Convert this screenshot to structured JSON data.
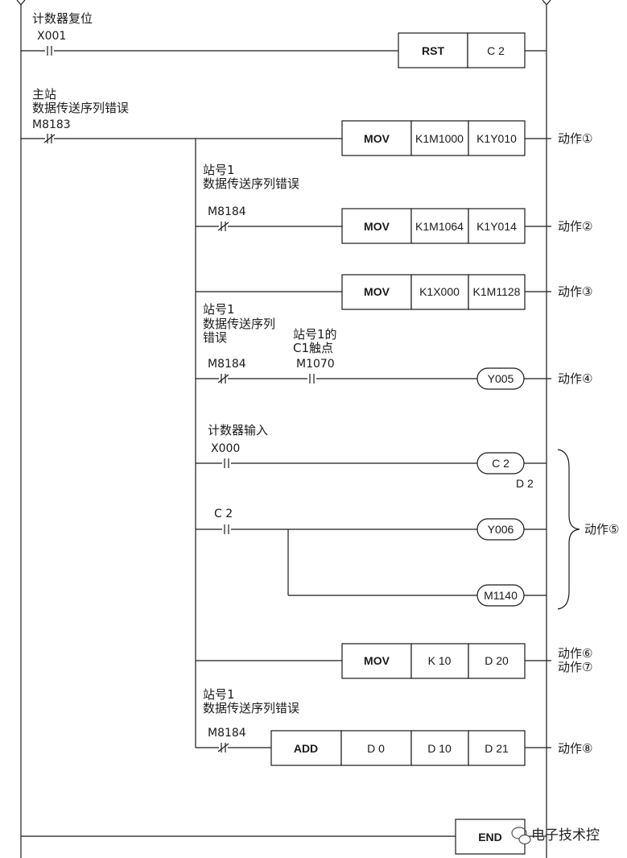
{
  "comments": {
    "r1": "计数器复位",
    "r2a": "主站",
    "r2b": "数据传送序列错误",
    "r3a": "站号1",
    "r3b": "数据传送序列错误",
    "r5a": "站号1",
    "r5b": "数据传送序列",
    "r5c": "错误",
    "r5d": "站号1的",
    "r5e": "C1触点",
    "r6": "计数器输入",
    "r9a": "站号1",
    "r9b": "数据传送序列错误"
  },
  "contacts": {
    "x001": "X001",
    "m8183": "M8183",
    "m8184_a": "M8184",
    "m8184_b": "M8184",
    "m1070": "M1070",
    "x000": "X000",
    "c2": "C 2",
    "m8184_c": "M8184"
  },
  "instructions": {
    "rst": {
      "op": "RST",
      "a": "C  2"
    },
    "mov1": {
      "op": "MOV",
      "a": "K1M1000",
      "b": "K1Y010"
    },
    "mov2": {
      "op": "MOV",
      "a": "K1M1064",
      "b": "K1Y014"
    },
    "mov3": {
      "op": "MOV",
      "a": "K1X000",
      "b": "K1M1128"
    },
    "mov4": {
      "op": "MOV",
      "a": "K 10",
      "b": "D 20"
    },
    "add": {
      "op": "ADD",
      "a": "D  0",
      "b": "D 10",
      "c": "D 21"
    },
    "end": {
      "op": "END"
    }
  },
  "coils": {
    "y005": "Y005",
    "c2": "C  2",
    "c2_const": "D  2",
    "y006": "Y006",
    "m1140": "M1140"
  },
  "actions": {
    "a1": "动作①",
    "a2": "动作②",
    "a3": "动作③",
    "a4": "动作④",
    "a5": "动作⑤",
    "a6": "动作⑥",
    "a7": "动作⑦",
    "a8": "动作⑧"
  },
  "watermark": "电子技术控"
}
